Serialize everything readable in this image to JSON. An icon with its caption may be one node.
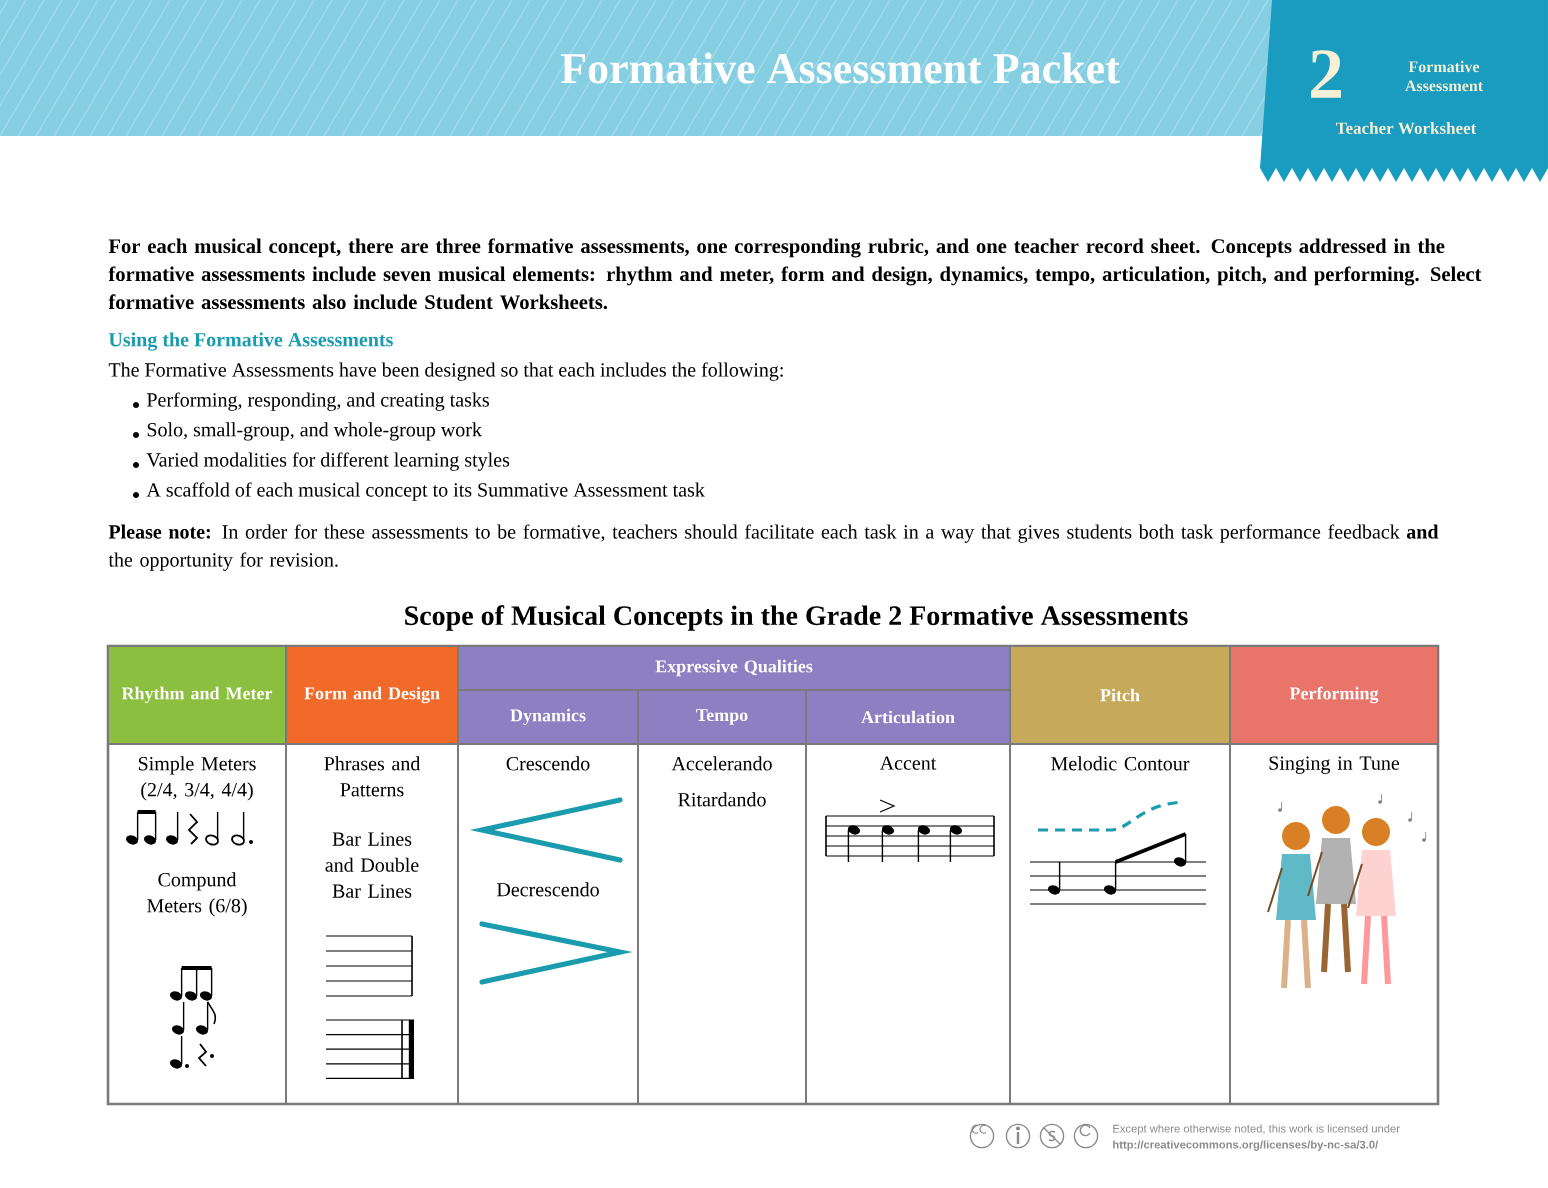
{
  "diagram": {
    "title": "Formative Assessment Packet",
    "labels": [
      "2",
      "Formative Assessment",
      "Teacher Worksheet",
      "For each musical concept, there are three formative assessments, one corresponding rubric, and one teacher record sheet. Concepts addressed in the formative assessments include seven musical elements: rhythm and meter, form and design, dynamics, tempo, articulation, pitch, and performing. Select formative assessments also include Student Worksheets.",
      "Using the Formative Assessments",
      "The Formative Assessments have been designed so that each includes the following:",
      "Performing, responding, and creating tasks",
      "Solo, small-group, and whole-group work",
      "Varied modalities for different learning styles",
      "A scaffold of each musical concept to its Summative Assessment task",
      "**Please note:** In order for these assessments to be formative, teachers should facilitate each task in a way that gives students both task performance feedback **and** the opportunity for revision.",
      "Scope of Musical Concepts in the Grade 2 Formative Assessments",
      "Rhythm and Meter",
      "Form and Design",
      "Expressive Qualities",
      "Pitch",
      "Performing",
      "Dynamics",
      "Tempo",
      "Articulation",
      "Simple Meters (2/4, 3/4, 4/4)",
      "Compund Meters (6/8)",
      "Phrases and Patterns",
      "Bar Lines and Double Bar Lines",
      "Crescendo",
      "Decrescendo",
      "Accelerando",
      "Ritardando",
      "Accent",
      "Melodic Contour",
      "Singing in Tune",
      "Except where otherwise noted, this work is licensed under",
      "http://creativecommons.org/licenses/by-nc-sa/3.0/"
    ]
  }
}
